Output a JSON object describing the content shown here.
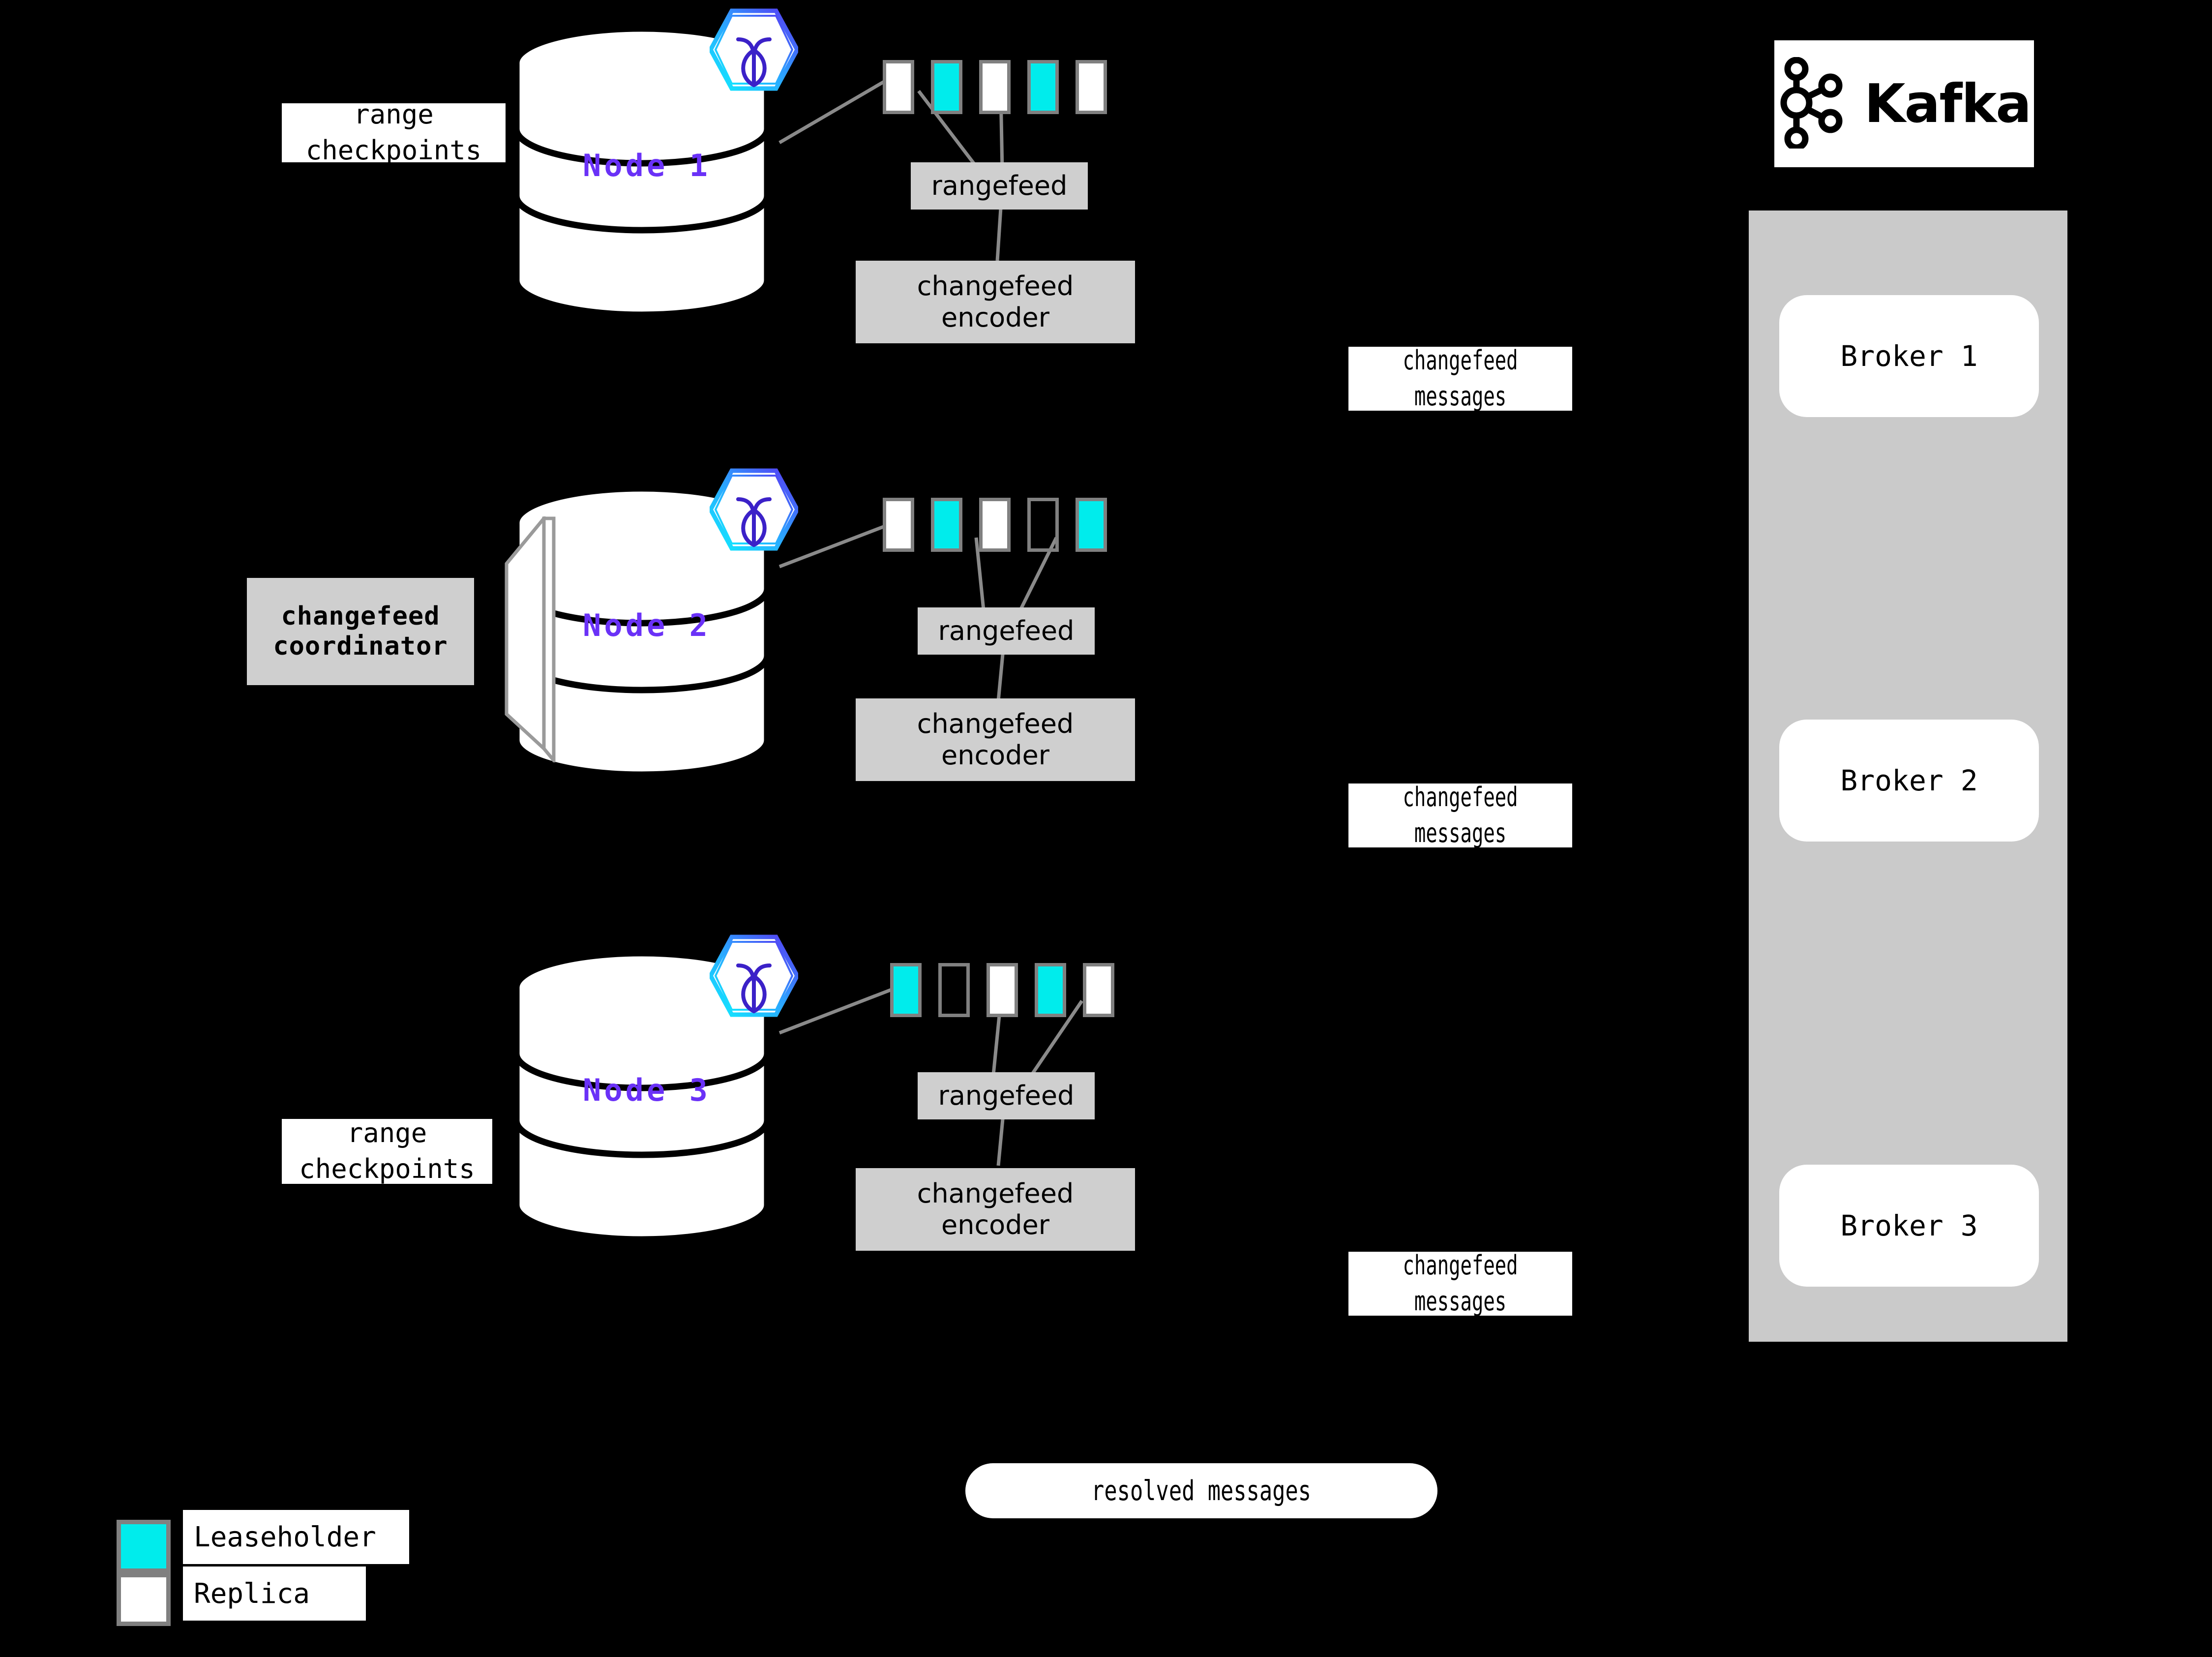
{
  "diagram": {
    "title": "CockroachDB changefeed to Kafka architecture",
    "background_color": "#000000",
    "accent_color": "#6a31f7",
    "leaseholder_color": "#00ecec",
    "replica_color": "#ffffff",
    "process_box_color": "#cfcfcf",
    "panel_color": "#cacaca"
  },
  "nodes": [
    {
      "id": "node1",
      "label": "Node 1",
      "logo": "cockroachdb-hexagon-logo",
      "ranges": [
        "replica",
        "leaseholder",
        "replica",
        "leaseholder",
        "replica"
      ],
      "rangefeed_label": "rangefeed",
      "encoder_label": "changefeed\nencoder",
      "side_label": "range\ncheckpoints",
      "messages_label": "changefeed\nmessages"
    },
    {
      "id": "node2",
      "label": "Node 2",
      "logo": "cockroachdb-hexagon-logo",
      "ranges": [
        "replica",
        "leaseholder",
        "replica",
        "empty",
        "leaseholder"
      ],
      "rangefeed_label": "rangefeed",
      "encoder_label": "changefeed\nencoder",
      "side_label": "changefeed\ncoordinator",
      "messages_label": "changefeed\nmessages"
    },
    {
      "id": "node3",
      "label": "Node 3",
      "logo": "cockroachdb-hexagon-logo",
      "ranges": [
        "leaseholder",
        "empty",
        "replica",
        "leaseholder",
        "replica"
      ],
      "rangefeed_label": "rangefeed",
      "encoder_label": "changefeed\nencoder",
      "side_label": "range\ncheckpoints",
      "messages_label": "changefeed\nmessages"
    }
  ],
  "kafka": {
    "logo_name": "kafka-logo",
    "wordmark": "Kafka",
    "brokers": [
      "Broker 1",
      "Broker 2",
      "Broker 3"
    ]
  },
  "resolved": {
    "label": "resolved messages"
  },
  "legend": {
    "items": [
      {
        "swatch": "leaseholder",
        "label": "Leaseholder"
      },
      {
        "swatch": "replica",
        "label": "Replica"
      }
    ]
  }
}
